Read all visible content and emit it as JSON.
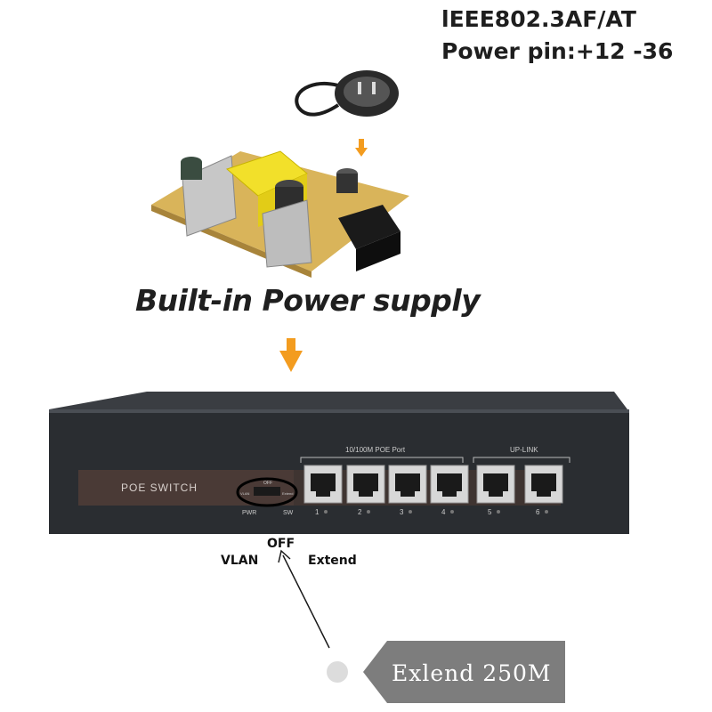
{
  "spec": {
    "line1": "lEEE802.3AF/AT",
    "line2": "Power pin:+12 -36"
  },
  "power_supply": {
    "caption": "Built-in Power supply"
  },
  "switch": {
    "brand_label": "POE SWITCH",
    "port_group_label": "10/100M POE Port",
    "uplink_label": "UP-LINK",
    "dip_off": "OFF",
    "dip_vlan": "VLAN",
    "dip_extend": "Extend",
    "pwr_label": "PWR",
    "sw_label": "SW",
    "port_numbers": [
      "1",
      "2",
      "3",
      "4",
      "5",
      "6"
    ]
  },
  "annotations": {
    "off": "OFF",
    "vlan": "VLAN",
    "extend": "Extend"
  },
  "tag": {
    "text": "Exlend 250M"
  },
  "colors": {
    "arrow_orange": "#f39c1f",
    "switch_body": "#2a2d31",
    "panel_strip": "#4a3a36",
    "tag_grey": "#7d7d7d"
  }
}
